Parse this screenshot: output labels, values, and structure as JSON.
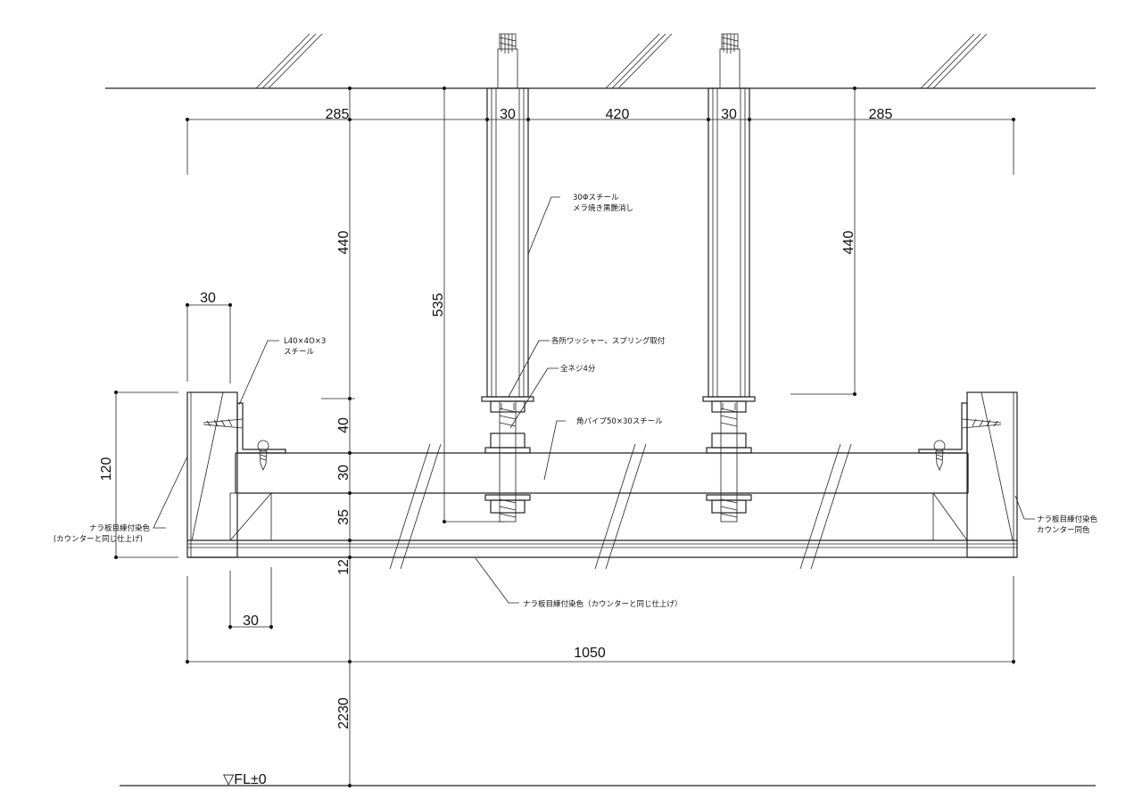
{
  "dimensions": {
    "top_285_left": "285",
    "top_30_left": "30",
    "top_420": "420",
    "top_30_right": "30",
    "top_285_right": "285",
    "v_440_left": "440",
    "v_440_right": "440",
    "v_535": "535",
    "v_40": "40",
    "v_30": "30",
    "v_35": "35",
    "v_12": "12",
    "v_2230": "2230",
    "v_120": "120",
    "h_30_top": "30",
    "h_30_bottom": "30",
    "overall_1050": "1050"
  },
  "annotations": {
    "rod_line1": "30Φスチール",
    "rod_line2": "メラ焼き黒艶消し",
    "washer": "各所ワッシャー、スプリング取付",
    "thread": "全ネジ4分",
    "pipe": "角パイプ50×30スチール",
    "angle_line1": "L40×4O×3",
    "angle_line2": "スチール",
    "left_wood_line1": "ナラ板目練付染色",
    "left_wood_line2": "(カウンターと同じ仕上げ)",
    "right_wood_line1": "ナラ板目練付染色",
    "right_wood_line2": "カウンター同色",
    "bottom_wood": "ナラ板目練付染色（カウンターと同じ仕上げ）"
  },
  "floor_label": "▽FL±0"
}
